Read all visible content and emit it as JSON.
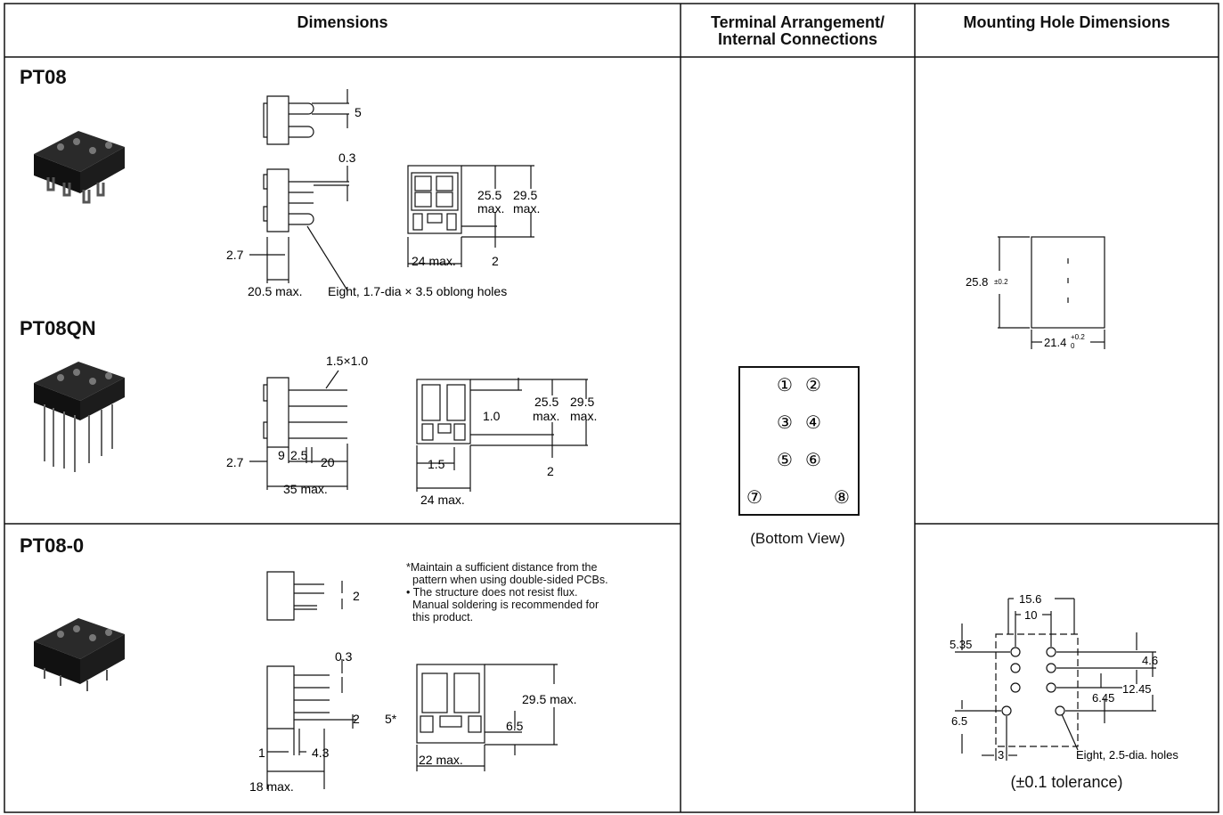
{
  "headers": {
    "dimensions": "Dimensions",
    "terminal_line1": "Terminal Arrangement/",
    "terminal_line2": "Internal Connections",
    "mounting": "Mounting Hole Dimensions"
  },
  "models": {
    "pt08": {
      "name": "PT08",
      "dims": {
        "d5": "5",
        "d03": "0.3",
        "d255": "25.5",
        "d255max": "max.",
        "d295": "29.5",
        "d295max": "max.",
        "d27": "2.7",
        "d24max": "24 max.",
        "d2": "2",
        "d205max": "20.5 max.",
        "holes": "Eight, 1.7-dia × 3.5 oblong holes"
      }
    },
    "pt08qn": {
      "name": "PT08QN",
      "dims": {
        "d15x10": "1.5×1.0",
        "d10": "1.0",
        "d255": "25.5",
        "d255max": "max.",
        "d295": "29.5",
        "d295max": "max.",
        "d27": "2.7",
        "d9": "9",
        "d25": "2.5",
        "d20": "20",
        "d35max": "35 max.",
        "d15": "1.5",
        "d2": "2",
        "d24max": "24 max."
      }
    },
    "pt080": {
      "name": "PT08-0",
      "dims": {
        "d2": "2",
        "d03": "0.3",
        "d2b": "2",
        "d5star": "5*",
        "d1": "1",
        "d43": "4.3",
        "d18max": "18 max.",
        "d295max": "29.5 max.",
        "d65": "6.5",
        "d22max": "22 max."
      },
      "notes": {
        "n1": "*Maintain a sufficient distance from the",
        "n2": "pattern when using double-sided PCBs.",
        "n3": "• The structure does not resist flux.",
        "n4": "Manual soldering is recommended for",
        "n5": "this product."
      }
    }
  },
  "terminal": {
    "pins": [
      "①",
      "②",
      "③",
      "④",
      "⑤",
      "⑥",
      "⑦",
      "⑧"
    ],
    "caption": "(Bottom View)"
  },
  "mounting": {
    "top": {
      "height": "25.8",
      "height_tol": "±0.2",
      "width": "21.4",
      "width_tol_upper": "+0.2",
      "width_tol_lower": "0"
    },
    "bottom": {
      "d156": "15.6",
      "d10": "10",
      "d535": "5.35",
      "d46": "4.6",
      "d1245": "12.45",
      "d645": "6.45",
      "d65": "6.5",
      "d3": "3",
      "holes": "Eight, 2.5-dia. holes",
      "tolerance": "(±0.1 tolerance)"
    }
  }
}
